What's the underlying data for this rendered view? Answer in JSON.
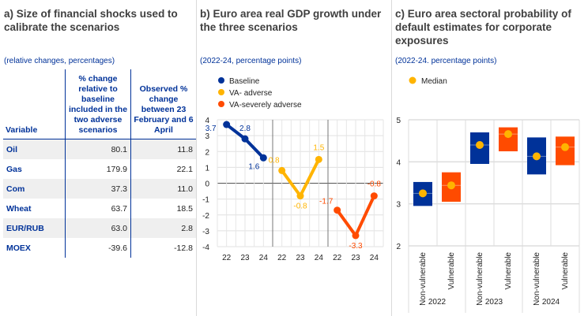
{
  "panel_a": {
    "title": "a) Size of financial shocks used to calibrate the scenarios",
    "subtitle": "(relative changes, percentages)",
    "headers": [
      "Variable",
      "% change relative to baseline included in the two adverse scenarios",
      "Observed % change between 23 February and 6 April"
    ],
    "rows": [
      [
        "Oil",
        "80.1",
        "11.8"
      ],
      [
        "Gas",
        "179.9",
        "22.1"
      ],
      [
        "Com",
        "37.3",
        "11.0"
      ],
      [
        "Wheat",
        "63.7",
        "18.5"
      ],
      [
        "EUR/RUB",
        "63.0",
        "2.8"
      ],
      [
        "MOEX",
        "-39.6",
        "-12.8"
      ]
    ]
  },
  "panel_b": {
    "title": "b) Euro area real GDP growth under the three scenarios",
    "subtitle": "(2022-24, percentage points)"
  },
  "panel_c": {
    "title": "c) Euro area sectoral probability of default estimates for corporate exposures",
    "subtitle": "(2022-24. percentage points)"
  },
  "chart_data": [
    {
      "type": "line",
      "ylim": [
        -4,
        4
      ],
      "yticks": [
        "4",
        "3",
        "2",
        "1",
        "0",
        "-1",
        "-2",
        "-3",
        "-4"
      ],
      "categories": [
        "22",
        "23",
        "24",
        "22",
        "23",
        "24",
        "22",
        "23",
        "24"
      ],
      "series": [
        {
          "name": "Baseline",
          "color": "#003299",
          "values": [
            3.7,
            2.8,
            1.6
          ],
          "labels": [
            "3.7",
            "2.8",
            "1.6"
          ]
        },
        {
          "name": "VA- adverse",
          "color": "#ffb400",
          "values": [
            0.8,
            -0.8,
            1.5
          ],
          "labels": [
            "0.8",
            "-0.8",
            "1.5"
          ]
        },
        {
          "name": "VA-severely adverse",
          "color": "#ff4b00",
          "values": [
            -1.7,
            -3.3,
            -0.8
          ],
          "labels": [
            "-1.7",
            "-3.3",
            "-0.8"
          ]
        }
      ]
    },
    {
      "type": "box",
      "ylim": [
        2,
        5
      ],
      "yticks": [
        "5",
        "4",
        "3",
        "2"
      ],
      "legend": "Median",
      "median_color": "#ffb400",
      "groups": [
        "2022",
        "2023",
        "2024"
      ],
      "boxes": [
        {
          "label": "Non-vulnerable",
          "group": "2022",
          "low": 2.95,
          "high": 3.52,
          "median": 3.25,
          "color": "#003299"
        },
        {
          "label": "Vulnerable",
          "group": "2022",
          "low": 3.05,
          "high": 3.75,
          "median": 3.44,
          "color": "#ff4b00"
        },
        {
          "label": "Non-vulnerable",
          "group": "2023",
          "low": 3.95,
          "high": 4.7,
          "median": 4.4,
          "color": "#003299"
        },
        {
          "label": "Vulnerable",
          "group": "2023",
          "low": 4.25,
          "high": 4.82,
          "median": 4.66,
          "color": "#ff4b00"
        },
        {
          "label": "Non-vulnerable",
          "group": "2024",
          "low": 3.7,
          "high": 4.58,
          "median": 4.13,
          "color": "#003299"
        },
        {
          "label": "Vulnerable",
          "group": "2024",
          "low": 3.92,
          "high": 4.6,
          "median": 4.35,
          "color": "#ff4b00"
        }
      ]
    }
  ]
}
